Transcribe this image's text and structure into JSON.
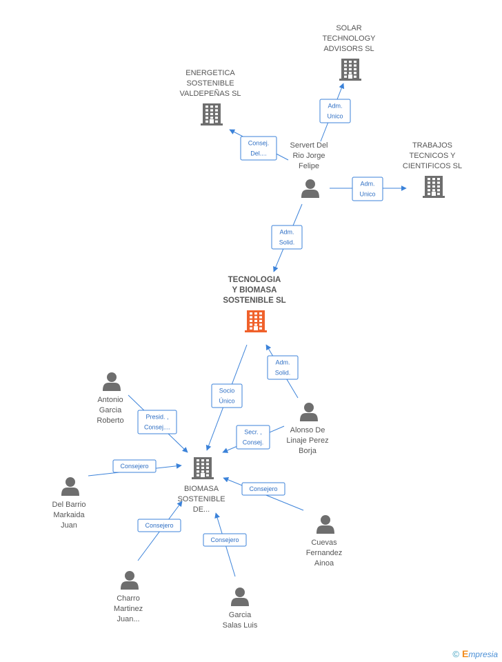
{
  "colors": {
    "company": "#6e6e6e",
    "company_main": "#f0612b",
    "person": "#6e6e6e",
    "edge": "#3b82d9"
  },
  "nodes": [
    {
      "id": "solar",
      "type": "company",
      "lines": [
        "SOLAR",
        "TECHNOLOGY",
        "ADVISORS SL"
      ],
      "icon": "building-icon"
    },
    {
      "id": "energetica",
      "type": "company",
      "lines": [
        "ENERGETICA",
        "SOSTENIBLE",
        "VALDEPEÑAS SL"
      ],
      "icon": "building-icon"
    },
    {
      "id": "trabajos",
      "type": "company",
      "lines": [
        "TRABAJOS",
        "TECNICOS Y",
        "CIENTIFICOS SL"
      ],
      "icon": "building-icon"
    },
    {
      "id": "servert",
      "type": "person",
      "lines": [
        "Servert Del",
        "Rio Jorge",
        "Felipe"
      ],
      "icon": "person-icon"
    },
    {
      "id": "tecnologia",
      "type": "company_main",
      "lines": [
        "TECNOLOGIA",
        "Y BIOMASA",
        "SOSTENIBLE SL"
      ],
      "icon": "building-icon"
    },
    {
      "id": "biomasa",
      "type": "company",
      "lines": [
        "BIOMASA",
        "SOSTENIBLE",
        "DE..."
      ],
      "icon": "building-icon"
    },
    {
      "id": "antonio",
      "type": "person",
      "lines": [
        "Antonio",
        "Garcia",
        "Roberto"
      ],
      "icon": "person-icon"
    },
    {
      "id": "alonso",
      "type": "person",
      "lines": [
        "Alonso De",
        "Linaje Perez",
        "Borja"
      ],
      "icon": "person-icon"
    },
    {
      "id": "delbarrio",
      "type": "person",
      "lines": [
        "Del Barrio",
        "Markaida",
        "Juan"
      ],
      "icon": "person-icon"
    },
    {
      "id": "cuevas",
      "type": "person",
      "lines": [
        "Cuevas",
        "Fernandez",
        "Ainoa"
      ],
      "icon": "person-icon"
    },
    {
      "id": "charro",
      "type": "person",
      "lines": [
        "Charro",
        "Martinez",
        "Juan..."
      ],
      "icon": "person-icon"
    },
    {
      "id": "garcia",
      "type": "person",
      "lines": [
        "Garcia",
        "Salas Luis"
      ],
      "icon": "person-icon"
    }
  ],
  "edges": [
    {
      "from": "servert",
      "to": "solar",
      "lines": [
        "Adm.",
        "Unico"
      ]
    },
    {
      "from": "servert",
      "to": "energetica",
      "lines": [
        "Consej.",
        "Del...."
      ]
    },
    {
      "from": "servert",
      "to": "trabajos",
      "lines": [
        "Adm.",
        "Unico"
      ]
    },
    {
      "from": "servert",
      "to": "tecnologia",
      "lines": [
        "Adm.",
        "Solid."
      ]
    },
    {
      "from": "alonso",
      "to": "tecnologia",
      "lines": [
        "Adm.",
        "Solid."
      ]
    },
    {
      "from": "tecnologia",
      "to": "biomasa",
      "lines": [
        "Socio",
        "Único"
      ]
    },
    {
      "from": "antonio",
      "to": "biomasa",
      "lines": [
        "Presid. ,",
        "Consej...."
      ]
    },
    {
      "from": "alonso",
      "to": "biomasa",
      "lines": [
        "Secr. ,",
        "Consej."
      ]
    },
    {
      "from": "delbarrio",
      "to": "biomasa",
      "lines": [
        "Consejero"
      ]
    },
    {
      "from": "cuevas",
      "to": "biomasa",
      "lines": [
        "Consejero"
      ]
    },
    {
      "from": "charro",
      "to": "biomasa",
      "lines": [
        "Consejero"
      ]
    },
    {
      "from": "garcia",
      "to": "biomasa",
      "lines": [
        "Consejero"
      ]
    }
  ],
  "footer": {
    "copyright": "©",
    "brand_initial": "E",
    "brand_rest": "mpresia"
  }
}
